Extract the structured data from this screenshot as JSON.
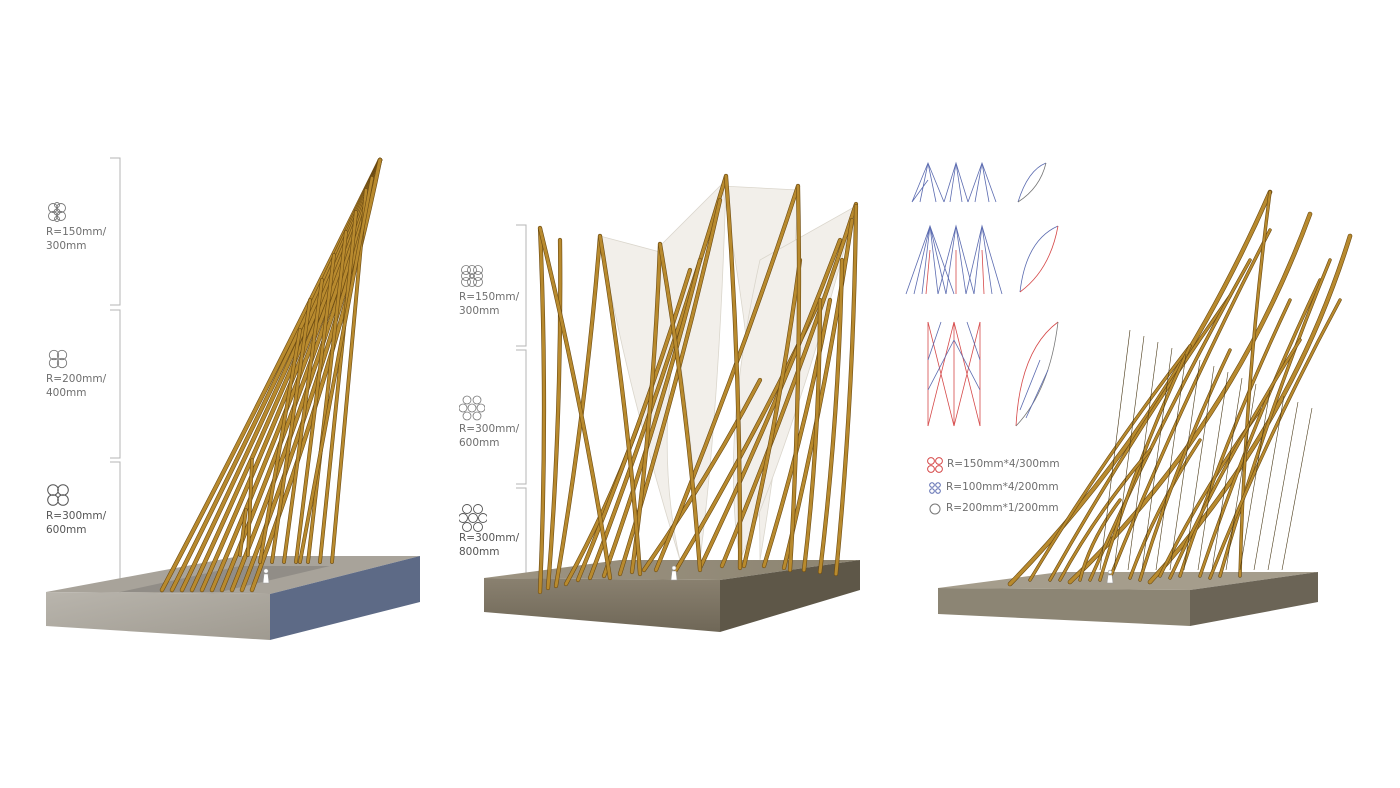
{
  "panels": [
    {
      "id": "left",
      "labels": [
        {
          "line1": "R=150mm/",
          "line2": "300mm"
        },
        {
          "line1": "R=200mm/",
          "line2": "400mm"
        },
        {
          "line1": "R=300mm/",
          "line2": "600mm"
        }
      ]
    },
    {
      "id": "middle",
      "labels": [
        {
          "line1": "R=150mm/",
          "line2": "300mm"
        },
        {
          "line1": "R=300mm/",
          "line2": "600mm"
        },
        {
          "line1": "R=300mm/",
          "line2": "800mm"
        }
      ]
    },
    {
      "id": "right",
      "legend": [
        {
          "text": "R=150mm*4/300mm",
          "color": "#d64a4a"
        },
        {
          "text": "R=100mm*4/200mm",
          "color": "#5b6bb0"
        },
        {
          "text": "R=200mm*1/200mm",
          "color": "#777777"
        }
      ]
    }
  ],
  "colors": {
    "bamboo": "#b88a2e",
    "bamboo_dark": "#6b4a12",
    "bracket": "#b5b5b5",
    "membrane": "#f1eee8",
    "diagram_blue": "#5b6bb0",
    "diagram_red": "#d64a4a"
  }
}
